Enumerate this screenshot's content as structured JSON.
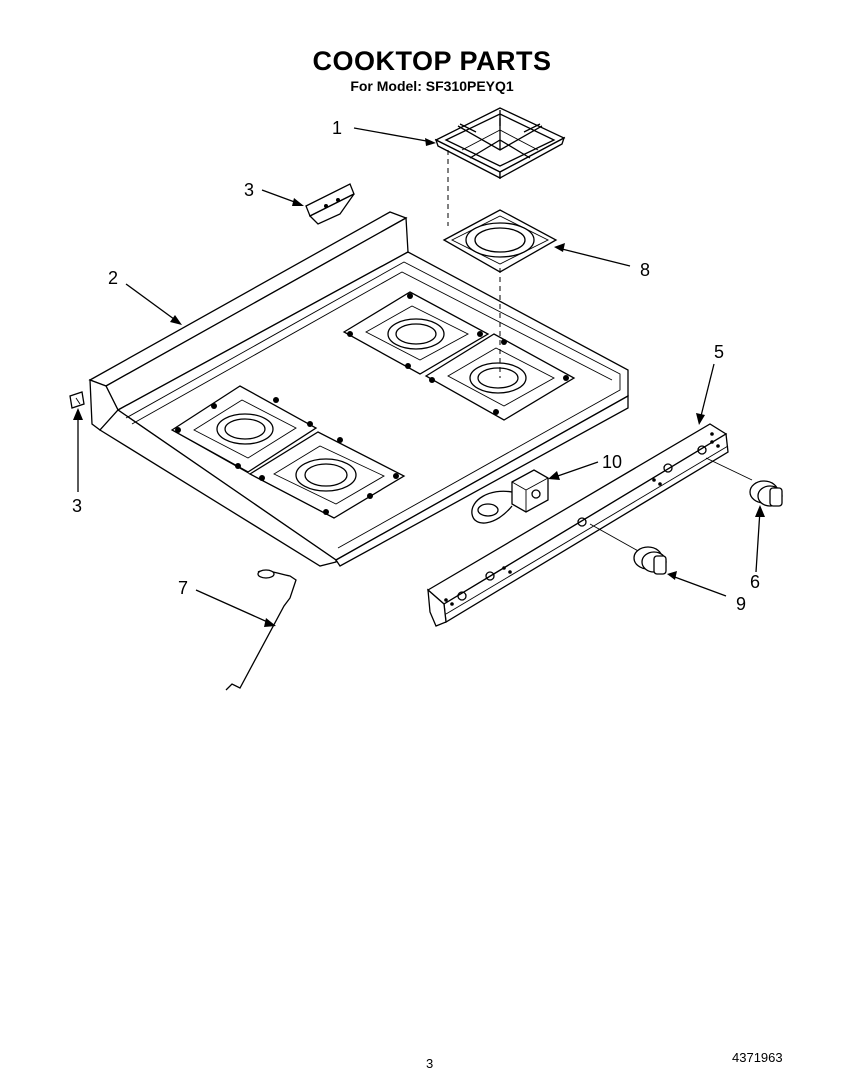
{
  "title": "COOKTOP PARTS",
  "subtitle": "For Model: SF310PEYQ1",
  "footer": {
    "page_number": "3",
    "document_number": "4371963"
  },
  "callouts": {
    "c1": "1",
    "c2": "2",
    "c3a": "3",
    "c3b": "3",
    "c5": "5",
    "c6": "6",
    "c7": "7",
    "c8": "8",
    "c9": "9",
    "c10": "10"
  }
}
